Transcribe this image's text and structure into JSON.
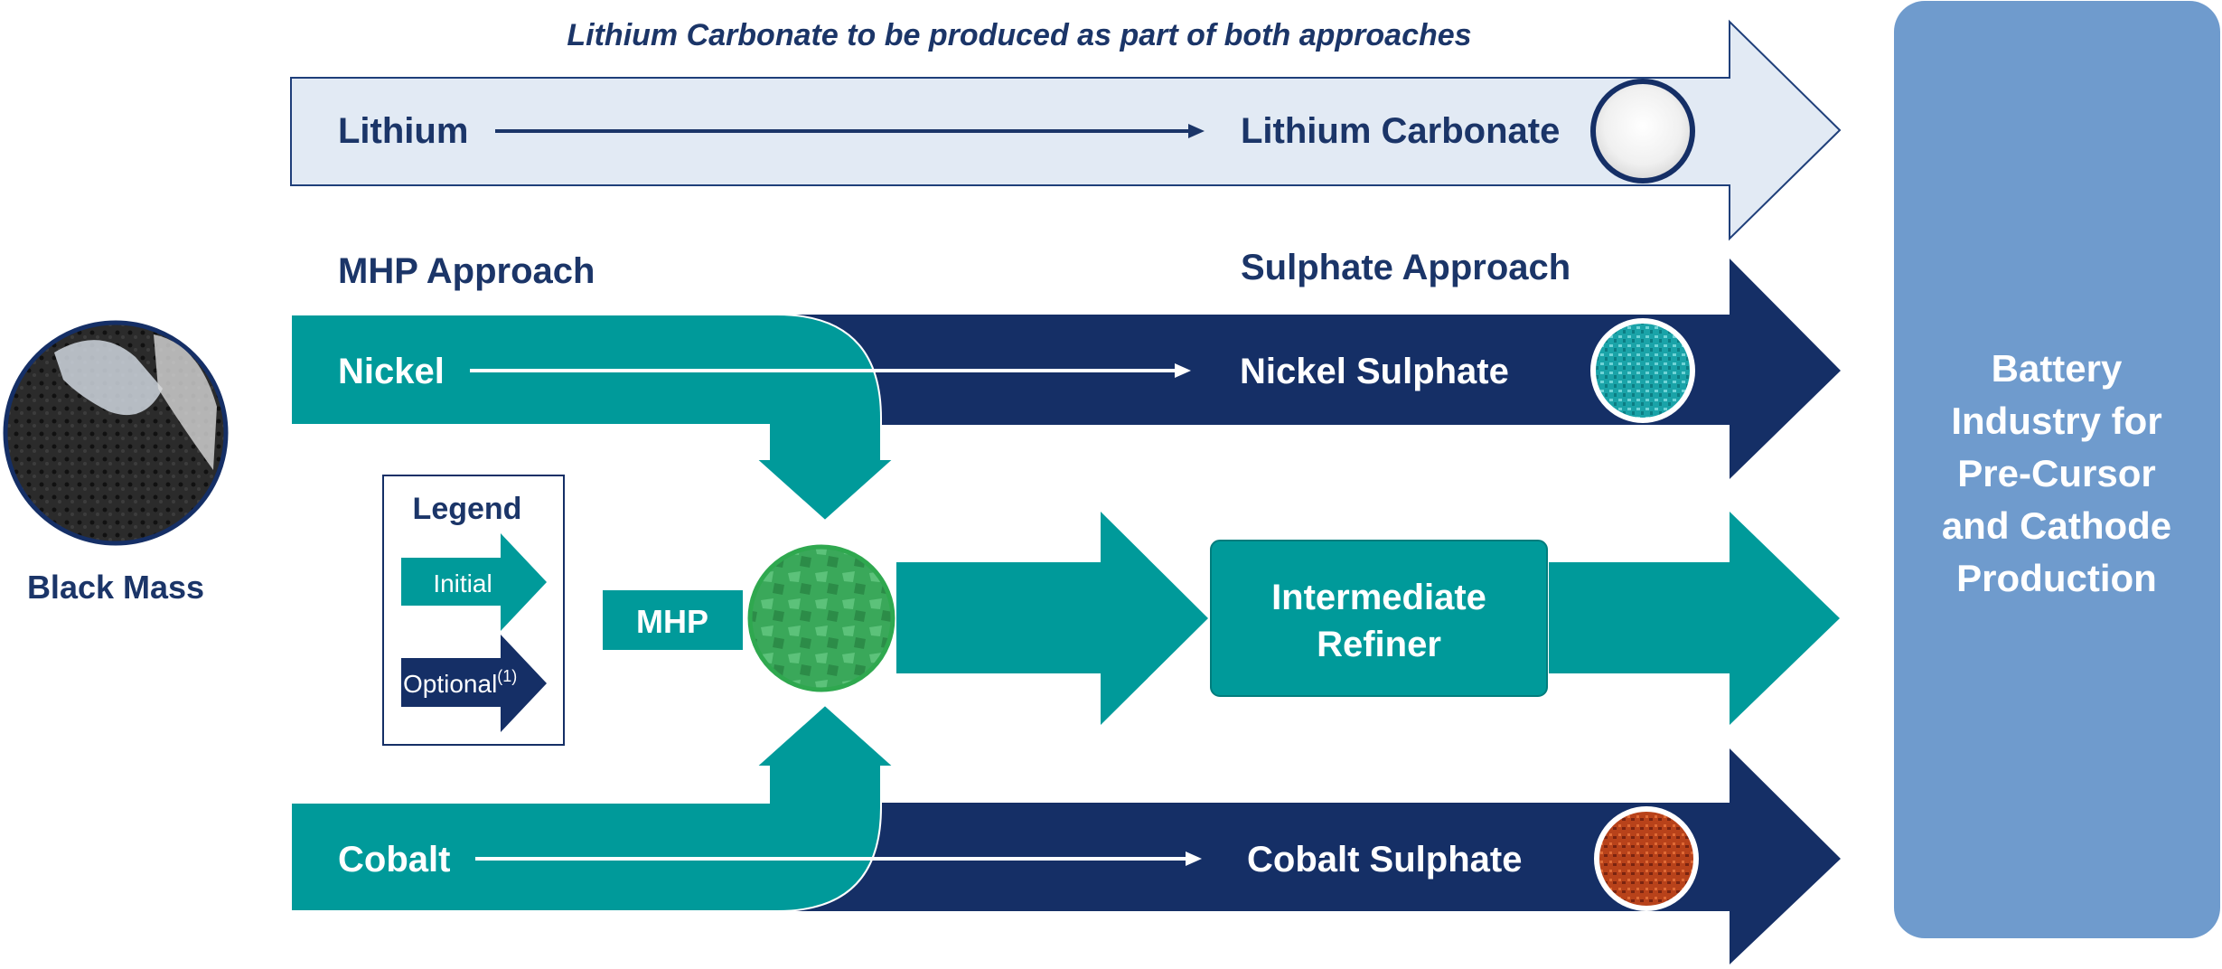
{
  "header": {
    "note": "Lithium Carbonate to be produced as part of both approaches"
  },
  "source": {
    "label": "Black Mass",
    "photo_icon": "black-mass-photo"
  },
  "lithium_row": {
    "input": "Lithium",
    "output": "Lithium Carbonate",
    "product_icon": "white-powder-photo"
  },
  "approaches": {
    "mhp": "MHP Approach",
    "sulphate": "Sulphate Approach"
  },
  "nickel_row": {
    "input": "Nickel",
    "output": "Nickel Sulphate",
    "product_icon": "teal-crystal-photo"
  },
  "cobalt_row": {
    "input": "Cobalt",
    "output": "Cobalt Sulphate",
    "product_icon": "red-crystal-photo"
  },
  "mhp_row": {
    "label": "MHP",
    "product_icon": "green-mhp-photo",
    "refiner": [
      "Intermediate",
      "Refiner"
    ]
  },
  "legend": {
    "title": "Legend",
    "initial": "Initial",
    "optional": "Optional",
    "optional_note": "(1)"
  },
  "destination": {
    "lines": [
      "Battery",
      "Industry for",
      "Pre-Cursor",
      "and Cathode",
      "Production"
    ]
  },
  "colors": {
    "navy": "#152f66",
    "teal": "#009a9a",
    "light_blue_fill": "#e2eaf4",
    "light_blue_stroke": "#1f3f7a",
    "destination_blue": "#6f9bcd",
    "title_navy": "#1b3568"
  }
}
